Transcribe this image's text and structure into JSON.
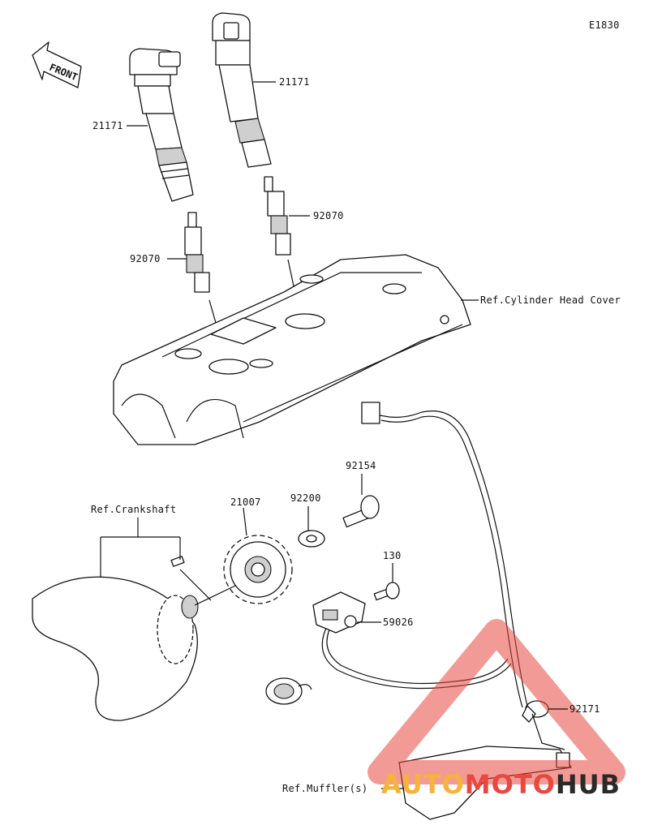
{
  "diagram_code": "E1830",
  "front_label": "FRONT",
  "labels": {
    "coil_left": "21171",
    "coil_right": "21171",
    "plug_left": "92070",
    "plug_right": "92070",
    "cylinder_head_cover": "Ref.Cylinder Head Cover",
    "bolt": "92154",
    "washer": "92200",
    "rotor": "21007",
    "crankshaft": "Ref.Crankshaft",
    "small_bolt": "130",
    "sensor": "59026",
    "clamp": "92171",
    "muffler": "Ref.Muffler(s)"
  },
  "watermark": {
    "part1": "AUTO",
    "part2": "MOTO",
    "part3": "HUB"
  },
  "colors": {
    "line": "#111111",
    "watermark_red": "#e8483f",
    "watermark_orange": "#f5b33a",
    "watermark_dark": "#2a2a2a"
  }
}
